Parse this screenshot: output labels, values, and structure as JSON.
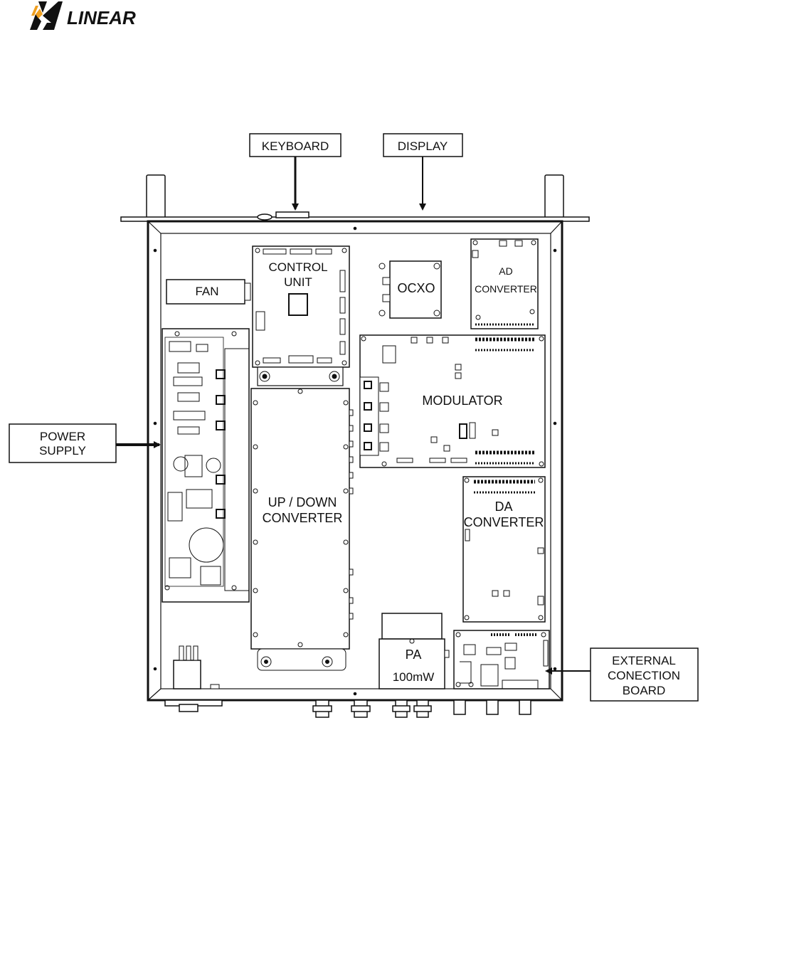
{
  "brand": {
    "name": "LINEAR"
  },
  "callouts": {
    "keyboard": "KEYBOARD",
    "display": "DISPLAY",
    "power_supply": [
      "POWER",
      "SUPPLY"
    ],
    "external": [
      "EXTERNAL",
      "CONECTION",
      "BOARD"
    ]
  },
  "modules": {
    "fan": "FAN",
    "control_unit": [
      "CONTROL",
      "UNIT"
    ],
    "ocxo": "OCXO",
    "ad_converter": [
      "AD",
      "CONVERTER"
    ],
    "modulator": "MODULATOR",
    "updown": [
      "UP / DOWN",
      "CONVERTER"
    ],
    "da_converter": [
      "DA",
      "CONVERTER"
    ],
    "pa": [
      "PA",
      "100mW"
    ]
  }
}
